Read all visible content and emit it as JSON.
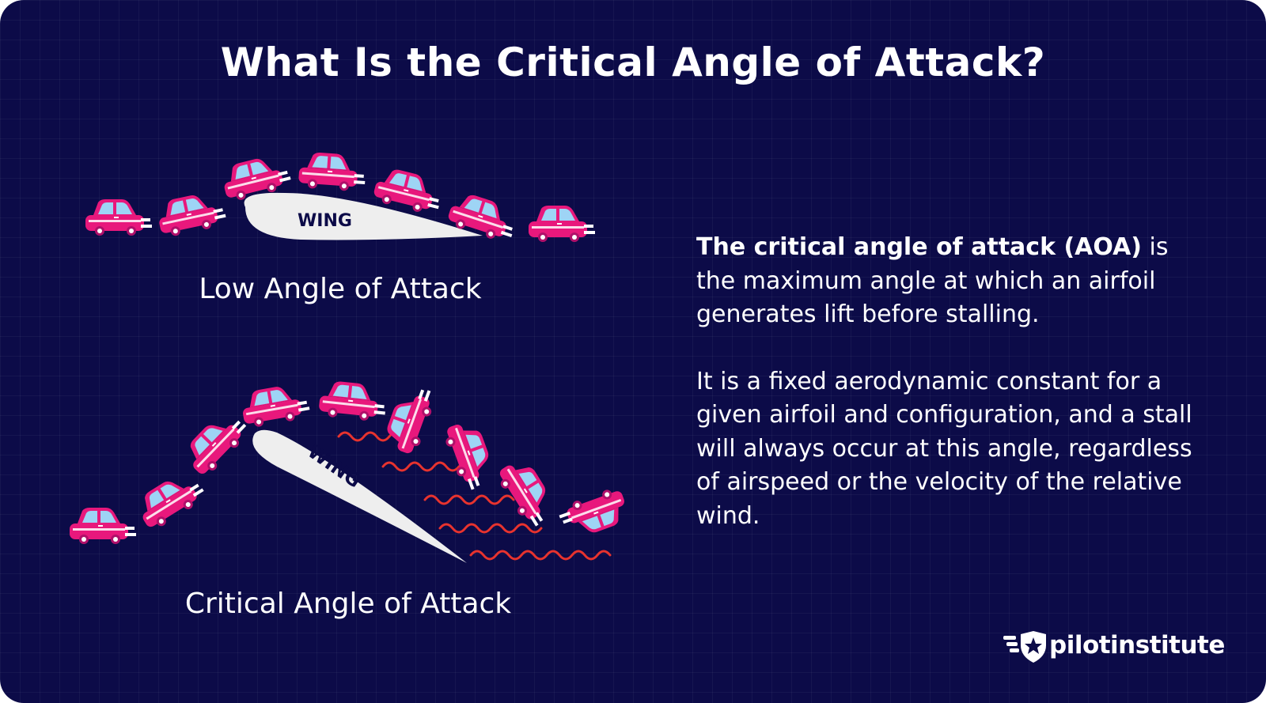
{
  "title": "What Is the Critical Angle of Attack?",
  "diagrams": {
    "low": {
      "wing_label": "WING",
      "caption": "Low Angle of Attack"
    },
    "critical": {
      "wing_label": "WING",
      "caption": "Critical Angle of Attack"
    }
  },
  "description": {
    "p1_bold": "The critical angle of attack (AOA)",
    "p1_rest": " is the maximum angle at which an airfoil generates lift before stalling.",
    "p2": "It is a fixed aerodynamic constant for a given airfoil and configuration, and a stall will always occur at this angle, regardless of airspeed or the velocity of the relative wind."
  },
  "logo": {
    "text": "pilotinstitute",
    "icon": "winged-shield-star-icon"
  },
  "colors": {
    "background": "#0c0b48",
    "car_body": "#e8187c",
    "car_window": "#9ed4f5",
    "wing": "#eeeeee",
    "turbulence": "#e8332e",
    "text": "#ffffff"
  }
}
